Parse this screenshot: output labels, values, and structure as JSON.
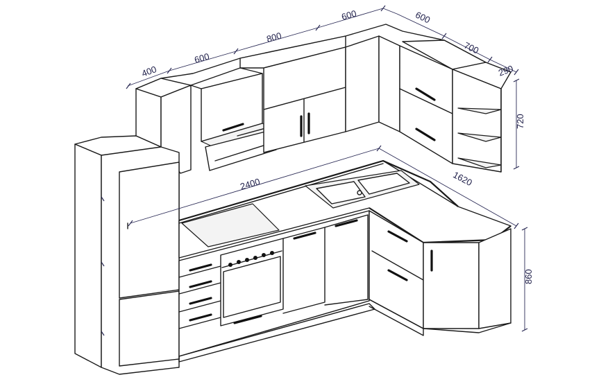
{
  "dimensions": {
    "upper_400": "400",
    "upper_600a": "600",
    "upper_800": "800",
    "upper_600b": "600",
    "corner_600": "600",
    "side_700": "700",
    "shelf_290": "290",
    "height_720": "720",
    "counter_2400": "2400",
    "counter_1620": "1620",
    "height_860": "860"
  }
}
